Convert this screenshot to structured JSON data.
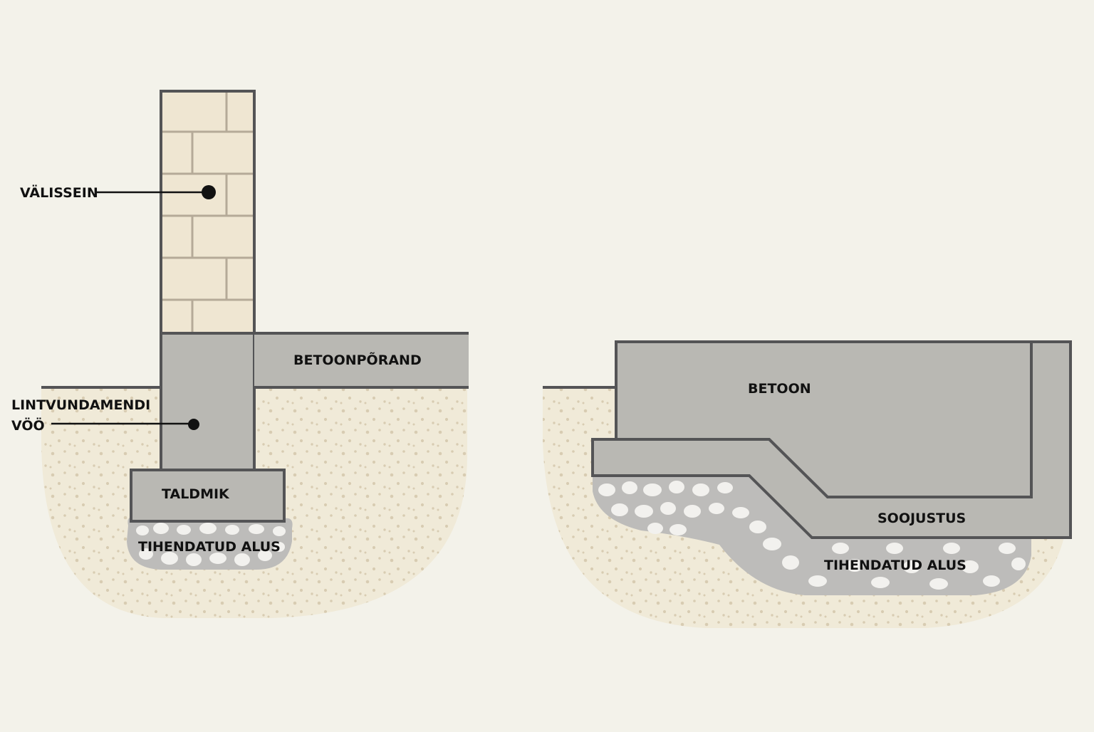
{
  "left_diagram": {
    "labels": {
      "wall": "VÄLISSEIN",
      "belt_line1": "LINTVUNDAMENDI",
      "belt_line2": "VÖÖ",
      "floor": "BETOONPÕRAND",
      "footing": "TALDMIK",
      "base": "TIHENDATUD ALUS"
    }
  },
  "right_diagram": {
    "labels": {
      "concrete": "BETOON",
      "insulation": "SOOJUSTUS",
      "base": "TIHENDATUD ALUS"
    }
  },
  "colors": {
    "background": "#f3f2ea",
    "soil": "#f0ead8",
    "soil_dots": "#d8ccb2",
    "brick": "#efe6d2",
    "mortar": "#b5aa98",
    "concrete": "#b9b8b3",
    "outline": "#545456",
    "gravel": "#bdbcba",
    "stone": "#f2f1ee"
  }
}
